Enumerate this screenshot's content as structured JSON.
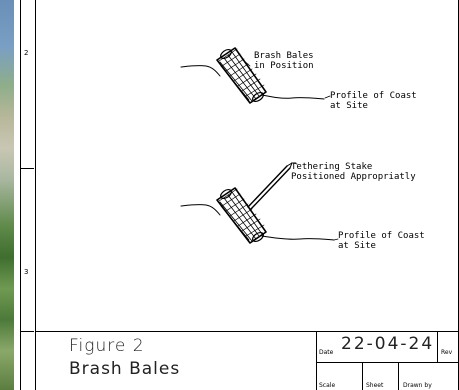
{
  "zones": [
    {
      "id": "2",
      "label": "2"
    },
    {
      "id": "3",
      "label": "3"
    }
  ],
  "callouts": {
    "top_bales": "Brash Bales\nin Position",
    "top_profile": "Profile of Coast\nat Site",
    "bottom_stake": "Tethering Stake\nPositioned Appropriatly",
    "bottom_profile": "Profile of Coast\nat Site"
  },
  "title_block": {
    "figure": "Figure 2",
    "subtitle": "Brash Bales",
    "date_label": "Date",
    "date_value": "22-04-24",
    "rev_label": "Rev",
    "scale_label": "Scale",
    "sheet_label": "Sheet",
    "drawn_by_label": "Drawn by"
  }
}
